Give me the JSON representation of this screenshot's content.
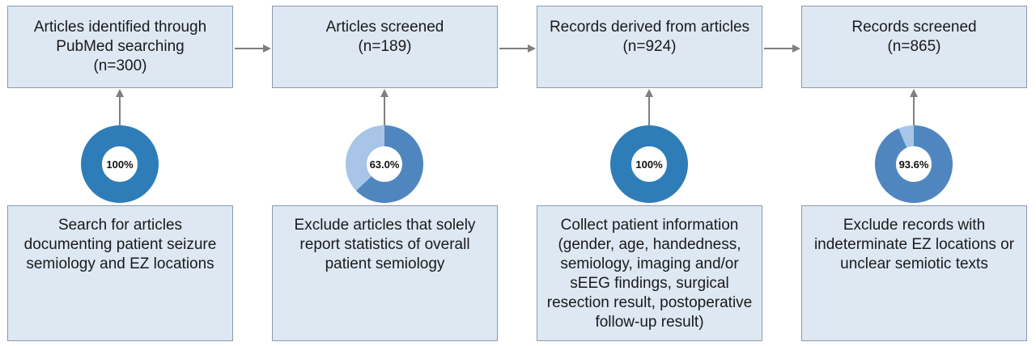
{
  "steps": [
    {
      "title_lines": [
        "Articles identified through",
        "PubMed searching",
        "(n=300)"
      ],
      "description_lines": [
        "Search for articles",
        "documenting patient seizure",
        "semiology and EZ locations"
      ],
      "percent": 100,
      "percent_label": "100%"
    },
    {
      "title_lines": [
        "Articles screened",
        "(n=189)"
      ],
      "description_lines": [
        "Exclude articles that solely",
        "report statistics of overall",
        "patient semiology"
      ],
      "percent": 63.0,
      "percent_label": "63.0%"
    },
    {
      "title_lines": [
        "Records derived from articles",
        "(n=924)"
      ],
      "description_lines": [
        "Collect patient information",
        "(gender, age, handedness,",
        "semiology, imaging and/or",
        "sEEG findings, surgical",
        "resection result, postoperative",
        "follow-up result)"
      ],
      "percent": 100,
      "percent_label": "100%"
    },
    {
      "title_lines": [
        "Records screened",
        "(n=865)"
      ],
      "description_lines": [
        "Exclude records with",
        "indeterminate EZ locations or",
        "unclear semiotic texts"
      ],
      "percent": 93.6,
      "percent_label": "93.6%"
    }
  ],
  "colors": {
    "box_fill": "#dde8f3",
    "box_border": "#8a9aab",
    "arrow": "#7f7f7f",
    "donut_full": "#2e7db8",
    "donut_partial": "#4f86c0",
    "donut_remainder": "#a8c4e6"
  }
}
